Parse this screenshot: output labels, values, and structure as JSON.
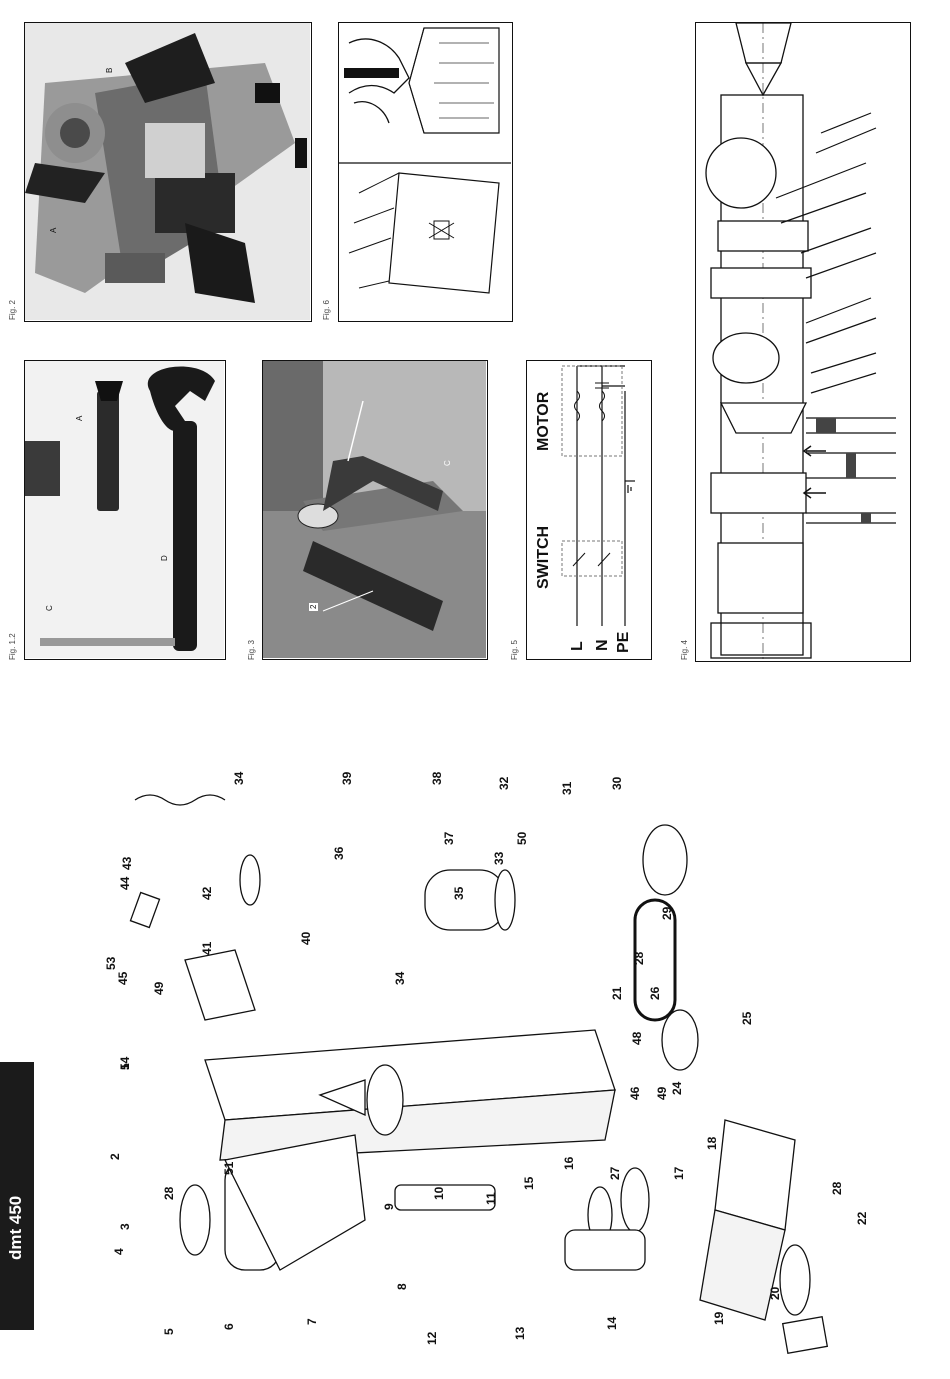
{
  "doc_tab": {
    "title": "dmt 450"
  },
  "figures": {
    "fig12": {
      "label": "Fig. 1.2",
      "callouts": [
        "A",
        "C",
        "D"
      ]
    },
    "fig2": {
      "label": "Fig. 2",
      "callouts": [
        "A",
        "B"
      ]
    },
    "fig3": {
      "label": "Fig. 3",
      "callouts": [
        "2",
        "C"
      ]
    },
    "fig4": {
      "label": "Fig. 4"
    },
    "fig5": {
      "label": "Fig. 5",
      "switch": "SWITCH",
      "motor": "MOTOR",
      "lines": [
        "L",
        "N",
        "PE"
      ]
    },
    "fig6": {
      "label": "Fig. 6"
    }
  },
  "parts": [
    "1",
    "2",
    "3",
    "4",
    "5",
    "6",
    "7",
    "8",
    "9",
    "10",
    "11",
    "12",
    "13",
    "14",
    "15",
    "16",
    "17",
    "18",
    "19",
    "20",
    "21",
    "22",
    "24",
    "25",
    "26",
    "27",
    "28",
    "28",
    "28",
    "29",
    "30",
    "31",
    "32",
    "33",
    "34",
    "34",
    "35",
    "36",
    "37",
    "38",
    "39",
    "40",
    "41",
    "42",
    "43",
    "44",
    "45",
    "46",
    "48",
    "49",
    "49",
    "50",
    "51",
    "53",
    "54"
  ]
}
